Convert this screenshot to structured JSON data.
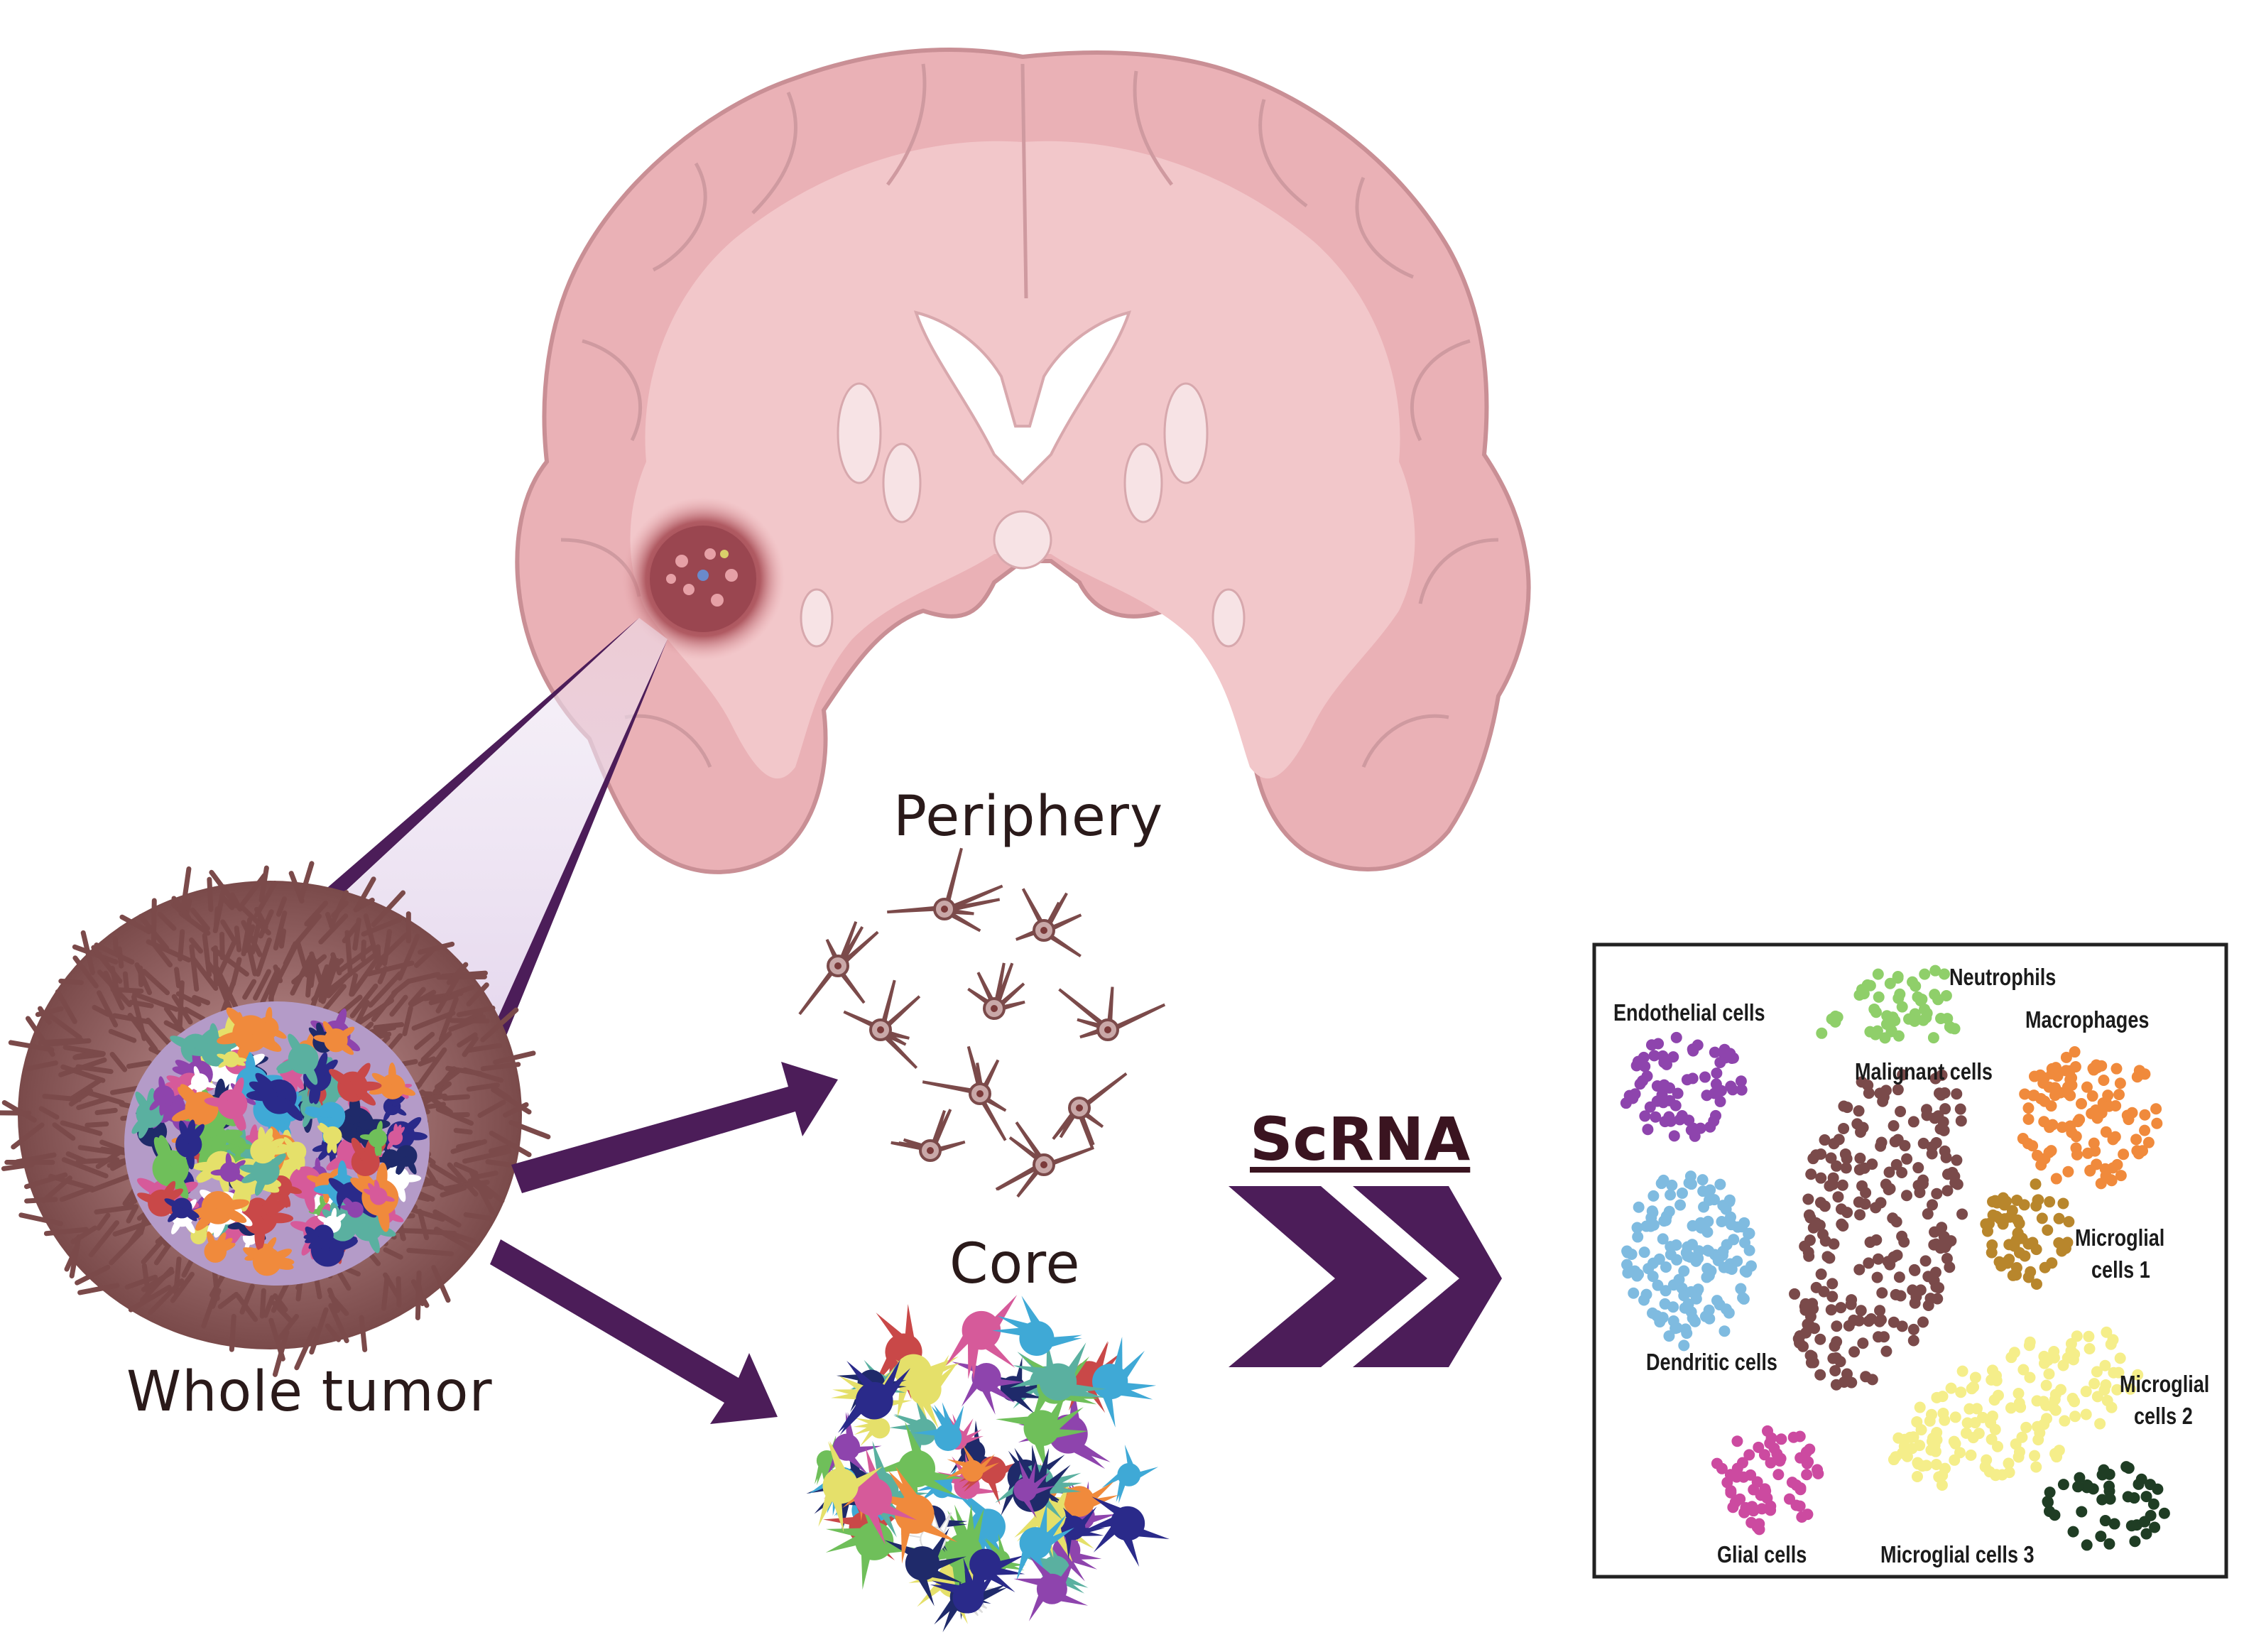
{
  "labels": {
    "whole_tumor": "Whole tumor",
    "periphery": "Periphery",
    "core": "Core",
    "scrna": "ScRNA"
  },
  "clusters": {
    "endothelial": "Endothelial cells",
    "neutrophils": "Neutrophils",
    "macrophages": "Macrophages",
    "malignant": "Malignant cells",
    "microglial1_line1": "Microglial",
    "microglial1_line2": "cells 1",
    "dendritic": "Dendritic cells",
    "microglial2_line1": "Microglial",
    "microglial2_line2": "cells 2",
    "glial": "Glial cells",
    "microglial3": "Microglial cells 3"
  },
  "colors": {
    "brain": "#eab1b6",
    "brain_outline": "#c98f95",
    "arrow": "#4c1d59",
    "tumor_mass": "#8b5d5d",
    "endothelial": "#8e44ad",
    "neutrophils": "#8fcf6a",
    "macrophages": "#f08a3c",
    "malignant": "#7a4a4a",
    "microglial1": "#b8862c",
    "dendritic": "#7fbbe0",
    "microglial2": "#f5ee8a",
    "glial": "#cc4aa0",
    "microglial3": "#1f3d24"
  }
}
